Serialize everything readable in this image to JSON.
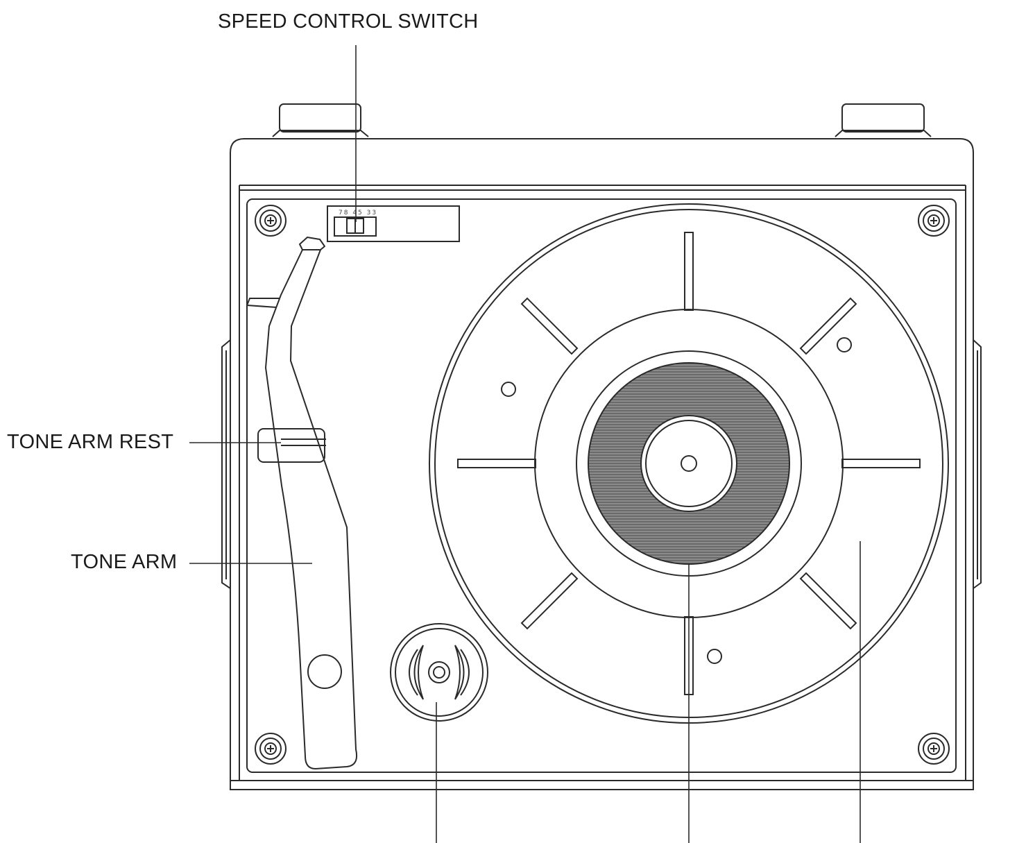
{
  "labels": {
    "speed_control_switch": "SPEED CONTROL SWITCH",
    "tone_arm_rest": "TONE ARM REST",
    "tone_arm": "TONE ARM"
  },
  "speed_markings": "78 45 33",
  "colors": {
    "line": "#2a2a2a",
    "record_groove": "#555555",
    "background": "#ffffff"
  }
}
